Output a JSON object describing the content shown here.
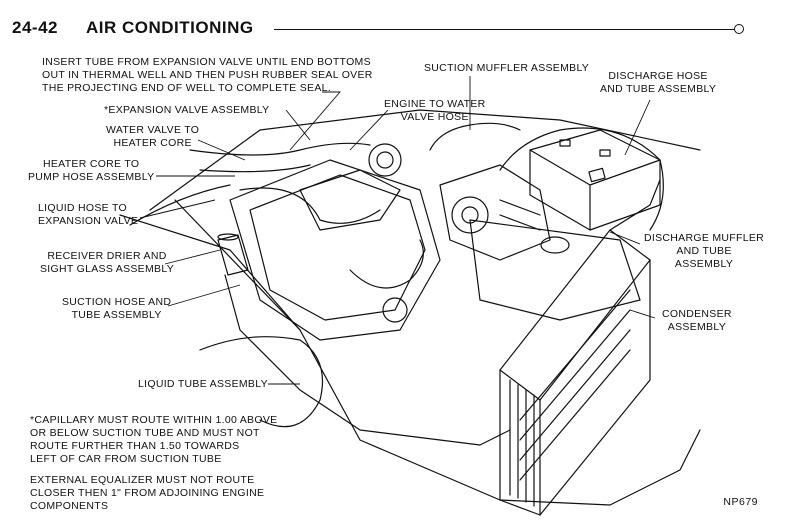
{
  "header": {
    "page_number": "24-42",
    "title": "AIR CONDITIONING"
  },
  "labels": {
    "insert_tube": [
      "INSERT TUBE FROM EXPANSION VALVE UNTIL END BOTTOMS",
      "OUT IN THERMAL WELL AND THEN PUSH RUBBER SEAL OVER",
      "THE PROJECTING END OF WELL TO COMPLETE SEAL."
    ],
    "expansion_valve": "*EXPANSION VALVE ASSEMBLY",
    "water_valve": [
      "WATER VALVE TO",
      "HEATER CORE"
    ],
    "heater_core_pump": [
      "HEATER CORE TO",
      "PUMP HOSE ASSEMBLY"
    ],
    "liquid_hose": [
      "LIQUID HOSE TO",
      "EXPANSION VALVE"
    ],
    "receiver_drier": [
      "RECEIVER DRIER AND",
      "SIGHT GLASS ASSEMBLY"
    ],
    "suction_hose": [
      "SUCTION HOSE AND",
      "TUBE ASSEMBLY"
    ],
    "liquid_tube": "LIQUID TUBE ASSEMBLY",
    "engine_water_valve": [
      "ENGINE TO WATER",
      "VALVE HOSE"
    ],
    "suction_muffler": "SUCTION MUFFLER ASSEMBLY",
    "discharge_hose": [
      "DISCHARGE HOSE",
      "AND TUBE ASSEMBLY"
    ],
    "discharge_muffler": [
      "DISCHARGE MUFFLER",
      "AND TUBE",
      "ASSEMBLY"
    ],
    "condenser": [
      "CONDENSER",
      "ASSEMBLY"
    ]
  },
  "notes": {
    "capillary": [
      "*CAPILLARY MUST ROUTE WITHIN 1.00 ABOVE",
      "OR BELOW SUCTION TUBE AND MUST NOT",
      "ROUTE FURTHER THAN 1.50 TOWARDS",
      "LEFT OF CAR FROM SUCTION TUBE"
    ],
    "equalizer": [
      "EXTERNAL EQUALIZER MUST NOT ROUTE",
      "CLOSER THEN 1\" FROM ADJOINING ENGINE",
      "COMPONENTS"
    ]
  },
  "figure_id": "NP679"
}
